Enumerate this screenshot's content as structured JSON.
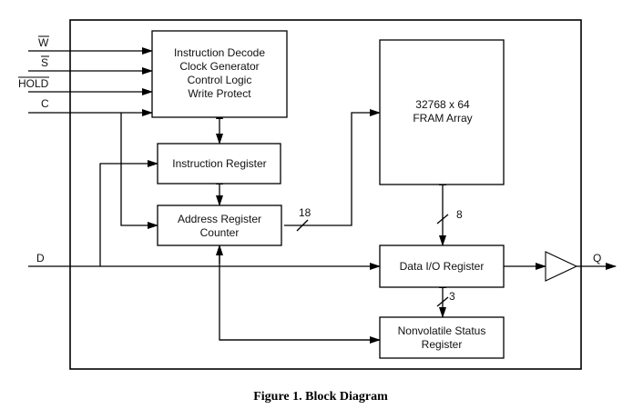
{
  "diagram": {
    "signals": {
      "w": "W",
      "s": "S",
      "hold": "HOLD",
      "c": "C",
      "d": "D",
      "q": "Q"
    },
    "blocks": {
      "control": [
        "Instruction Decode",
        "Clock Generator",
        "Control Logic",
        "Write Protect"
      ],
      "instruction_register": [
        "Instruction Register"
      ],
      "address_register": [
        "Address Register",
        "Counter"
      ],
      "fram_array": [
        "32768 x 64",
        "FRAM Array"
      ],
      "data_io_register": [
        "Data I/O Register"
      ],
      "status_register": [
        "Nonvolatile Status",
        "Register"
      ]
    },
    "bus_widths": {
      "address_to_array": "18",
      "array_to_data": "8",
      "data_to_status": "3"
    },
    "caption": "Figure 1.  Block Diagram"
  }
}
